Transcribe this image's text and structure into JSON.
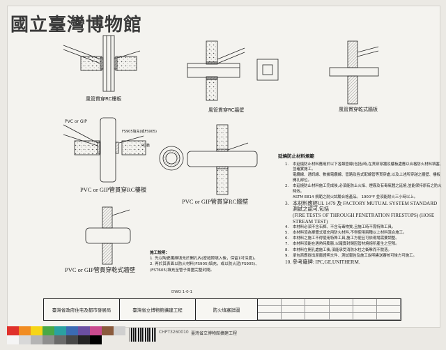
{
  "watermark": "國立臺灣博物館",
  "details": {
    "caption_1": "風管貫穿RC樓板",
    "caption_2": "風管貫穿RC牆壁",
    "caption_3": "風管貫穿乾式牆板",
    "caption_4": "PVC or GIP管貫穿RC樓板",
    "caption_5": "PVC or GIP管貫穿RC牆壁",
    "caption_6": "PVC or GIP管貫穿乾式牆壁",
    "label_pipe": "PVC or GIP",
    "label_sealant": "FS905填充(或FS905)",
    "label_rc": "RC牆"
  },
  "notes": {
    "heading": "施工說明：",
    "items": [
      "1. 先以陶瓷纖維填充於開孔內(密縫隙填入後，保留1吋深度)。",
      "2. 再於其表面以防火材料(FS905)填充，或以防火泥(FS905)、(FST605)填充至管子周圍完整封閉。"
    ]
  },
  "spec": {
    "heading": "延燒防止材料規範",
    "items": [
      {
        "num": "1.",
        "text": "本延燒防止材料應用於以下各類管線(包括)時,在貫穿穿牆及樓板處應以合格防火材料填塞,並確實施工。"
      },
      {
        "num": "",
        "text": "電纜線、通訊線、數據電纜線、管路及各式配線管等貫穿處,以及上述所穿越之牆壁、樓板開孔部位。"
      },
      {
        "num": "2.",
        "text": "本延燒防止材料施工完成後,必須能防止火焰、煙霧及有毒氣體之延燒,並能保持原有之防火時效。"
      },
      {
        "num": "",
        "text": "ASTM E814 規範之耐火試驗合格產品。  1900°F  並須能耐火三小時以上。"
      },
      {
        "num": "3.",
        "text": "本材料應經UL 1479 及 FACTORY MUTUAL SYSTEM STANDARD 測試之認可,包括",
        "en": true
      },
      {
        "num": "",
        "text": "(FIRE TESTS OF THROUGH PENETRATION FIRESTOPS) (HOSE STREAM TEST)",
        "en": true
      },
      {
        "num": "4.",
        "text": "本材料必須不含石棉、不含有毒物質,且施工時不需特殊工具。"
      },
      {
        "num": "5.",
        "text": "本材料須為單體式填充用防火材料,不得使用兩種以上材料混合施工。"
      },
      {
        "num": "6.",
        "text": "本材料之施工不得使用特殊工具,施工方便且可依現場需要調整。"
      },
      {
        "num": "7.",
        "text": "本材料須能在遇熱時膨脹,以確實封閉因管材燒熔所產生之空隙。"
      },
      {
        "num": "8.",
        "text": "本材料在開孔處施工後,須能承受消防水柱之衝擊而不脫落。"
      },
      {
        "num": "9.",
        "text": "承包商應提出原廠證明文件、測試報告及施工說明書送審核可後方可施工。"
      },
      {
        "num": "10.",
        "text": "參考廠牌:  IPC,GE,UNITHERM."
      }
    ]
  },
  "titleblock": {
    "owner": "臺灣省政府住宅及都市發展局",
    "project": "臺灣省立博物館擴建工程",
    "drawing": "防火填塞詳圖"
  },
  "drawing_no": "DWG 1-0-1",
  "archive": {
    "id": "CHPT3260010",
    "name": "臺灣省立博物館擴建工程"
  },
  "colors": {
    "ink": "#222222",
    "hatch": "#8c8c8c",
    "swatches": [
      "#e0312b",
      "#f18c22",
      "#f6d516",
      "#49a846",
      "#2aa1a1",
      "#3b6bb3",
      "#6b4fa1",
      "#c94a8e",
      "#8a5a3c",
      "#cfcfcf"
    ],
    "grays": [
      "#f5f5f5",
      "#d8d8d8",
      "#b4b4b4",
      "#8e8e8e",
      "#6a6a6a",
      "#474747",
      "#242424",
      "#000000"
    ]
  }
}
